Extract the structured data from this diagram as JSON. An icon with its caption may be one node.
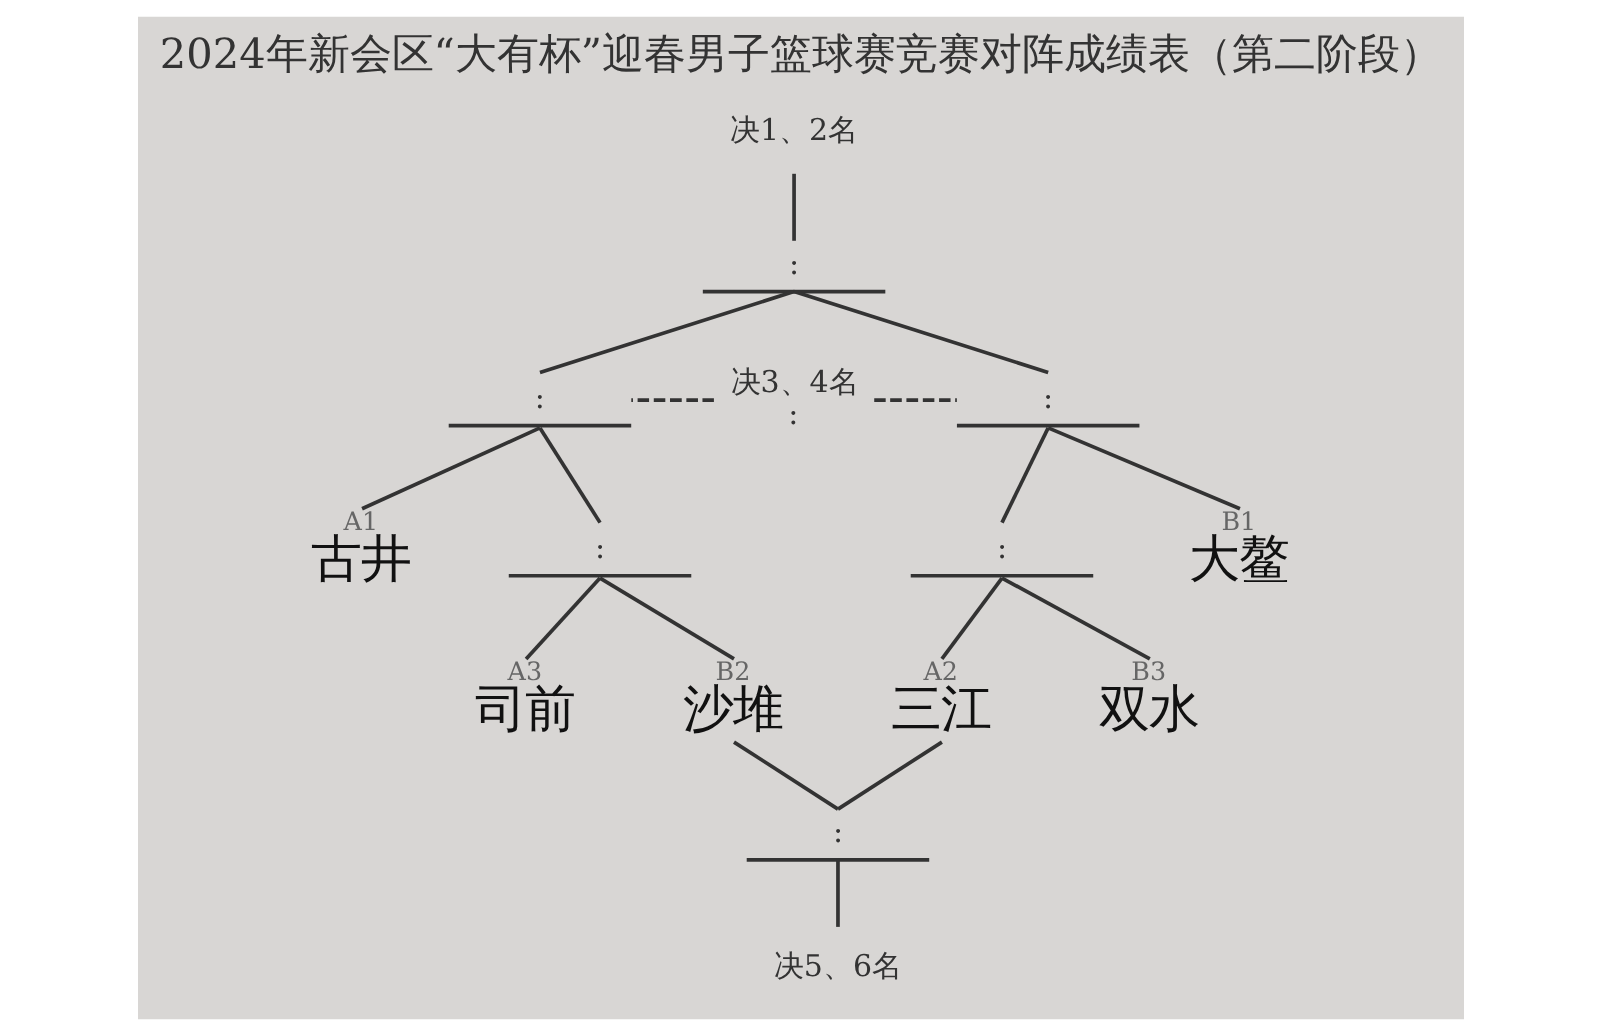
{
  "diagram": {
    "title": "2024年新会区“大有杯”迎春男子篮球赛竞赛对阵成绩表（第二阶段）",
    "nodes": [
      {
        "text": [
          "决1、2名"
        ]
      },
      {
        "text": [
          ":"
        ]
      },
      {
        "text": [
          "决3、4名",
          ":"
        ]
      },
      {
        "text": [
          ":"
        ]
      },
      {
        "text": [
          ":"
        ]
      },
      {
        "text": [
          "A1",
          "古井"
        ]
      },
      {
        "text": [
          ":"
        ]
      },
      {
        "text": [
          "A3",
          "司前"
        ]
      },
      {
        "text": [
          "B2",
          "沙堆"
        ]
      },
      {
        "text": [
          ":"
        ]
      },
      {
        "text": [
          "A2",
          "三江"
        ]
      },
      {
        "text": [
          "B3",
          "双水"
        ]
      },
      {
        "text": [
          "B1",
          "大鳌"
        ]
      },
      {
        "text": [
          ":"
        ]
      },
      {
        "text": [
          "决5、6名"
        ]
      }
    ],
    "edges": [
      {
        "from": 0,
        "to": 1,
        "arrow": "none"
      },
      {
        "from": 1,
        "to": 3,
        "arrow": "none"
      },
      {
        "from": 1,
        "to": 4,
        "arrow": "none"
      },
      {
        "from": 2,
        "to": 3,
        "arrow": "none",
        "style": "dashed"
      },
      {
        "from": 2,
        "to": 4,
        "arrow": "none",
        "style": "dashed"
      },
      {
        "from": 3,
        "to": 5,
        "arrow": "none"
      },
      {
        "from": 3,
        "to": 6,
        "arrow": "none"
      },
      {
        "from": 6,
        "to": 7,
        "arrow": "none"
      },
      {
        "from": 6,
        "to": 8,
        "arrow": "none"
      },
      {
        "from": 4,
        "to": 9,
        "arrow": "none"
      },
      {
        "from": 4,
        "to": 12,
        "arrow": "none"
      },
      {
        "from": 9,
        "to": 10,
        "arrow": "none"
      },
      {
        "from": 9,
        "to": 11,
        "arrow": "none"
      },
      {
        "from": 8,
        "to": 13,
        "arrow": "none"
      },
      {
        "from": 10,
        "to": 13,
        "arrow": "none"
      },
      {
        "from": 13,
        "to": 14,
        "arrow": "none"
      }
    ]
  }
}
